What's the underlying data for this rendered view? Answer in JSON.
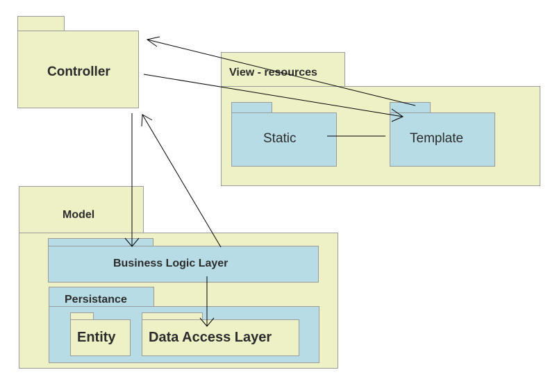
{
  "diagram": {
    "packages": {
      "controller": "Controller",
      "view": "View - resources",
      "static": "Static",
      "template": "Template",
      "model": "Model",
      "business_logic": "Business Logic Layer",
      "persistance": "Persistance",
      "entity": "Entity",
      "data_access": "Data Access Layer"
    },
    "colors": {
      "package_fill": "#eef0c6",
      "subpackage_fill": "#b8dce6",
      "border": "#9a9a9a",
      "arrow": "#000000"
    }
  }
}
